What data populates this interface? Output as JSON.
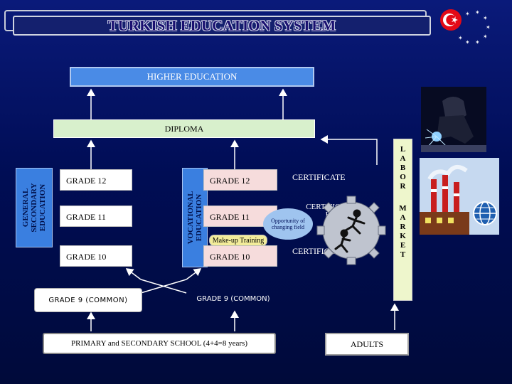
{
  "title": "TURKISH EDUCATION SYSTEM",
  "higher_education": "HIGHER EDUCATION",
  "diploma": "DIPLOMA",
  "general_label": "GENERAL SECONDARY EDUCATION",
  "vocational_label": "VOCATIONAL EDUCATION",
  "general_grades": [
    "GRADE 12",
    "GRADE 11",
    "GRADE 10"
  ],
  "vocational_grades": [
    "GRADE 12",
    "GRADE 11",
    "GRADE 10"
  ],
  "makeup_training": "Make-up Training",
  "certificate_top": "CERTIFICATE",
  "certificate_mid": "CERTIFICAT E",
  "certificate_bottom": "CERTIFICATE",
  "opportunity": "Opportunity of changing field",
  "grade9_general": "GRADE 9 (COMMON)",
  "grade9_vocational": "GRADE 9 (COMMON)",
  "primary": "PRIMARY and SECONDARY SCHOOL (4+4=8 years)",
  "adults": "ADULTS",
  "labor": [
    "L",
    "A",
    "B",
    "O",
    "R"
  ],
  "market": [
    "M",
    "A",
    "R",
    "K",
    "E",
    "T"
  ],
  "colors": {
    "background": "#000d55",
    "higher_ed": "#4a8be6",
    "diploma": "#d8f0cc",
    "vocational_grade": "#f6dcdc",
    "labor_market": "#eef6cc"
  }
}
